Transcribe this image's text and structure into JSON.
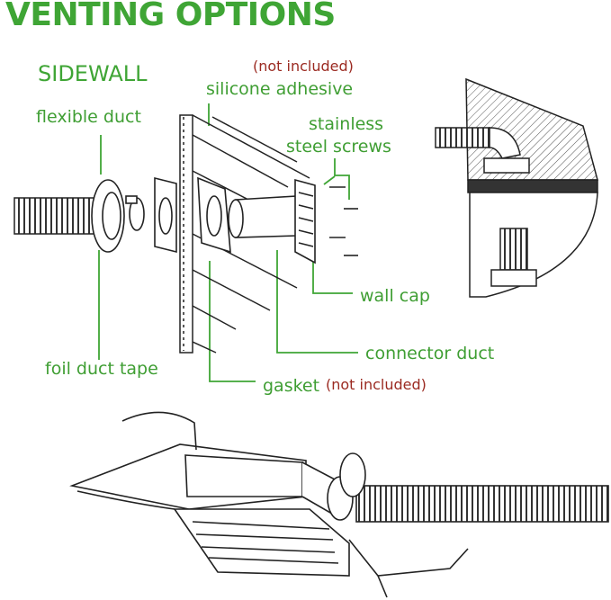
{
  "title": "VENTING OPTIONS",
  "section": "SIDEWALL",
  "labels": {
    "flexible_duct": "flexible duct",
    "silicone_adhesive": "silicone adhesive",
    "stainless": "stainless",
    "steel_screws": "steel screws",
    "wall_cap": "wall cap",
    "connector_duct": "connector duct",
    "foil_duct_tape": "foil duct tape",
    "gasket": "gasket"
  },
  "notes": {
    "adhesive_not_included": "(not included)",
    "gasket_not_included": "(not included)"
  },
  "colors": {
    "green": "#3fa535",
    "red": "#9b2a21",
    "ink": "#222222"
  }
}
